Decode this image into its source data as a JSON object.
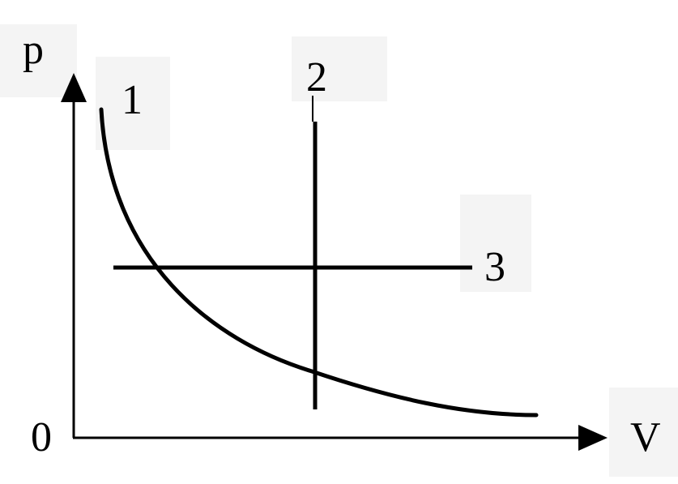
{
  "axes": {
    "y_label": "p",
    "x_label": "V",
    "origin_label": "0"
  },
  "curves": {
    "curve_1_label": "1",
    "curve_2_label": "2",
    "curve_3_label": "3"
  },
  "colors": {
    "ink": "#000000",
    "background": "#ffffff"
  }
}
